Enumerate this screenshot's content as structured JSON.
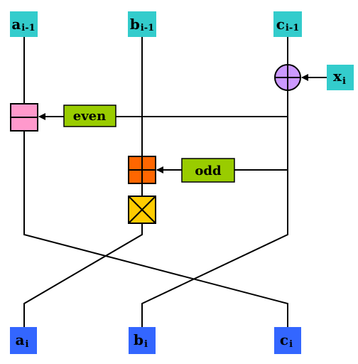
{
  "inputs": {
    "a": {
      "base": "a",
      "sub": "i-1"
    },
    "b": {
      "base": "b",
      "sub": "i-1"
    },
    "c": {
      "base": "c",
      "sub": "i-1"
    },
    "x": {
      "base": "x",
      "sub": "i"
    }
  },
  "outputs": {
    "a": {
      "base": "a",
      "sub": "i"
    },
    "b": {
      "base": "b",
      "sub": "i"
    },
    "c": {
      "base": "c",
      "sub": "i"
    }
  },
  "controls": {
    "even": "even",
    "odd": "odd"
  },
  "colors": {
    "input_box": "#33cccc",
    "output_box": "#3366ff",
    "control_box": "#99cc00",
    "xor_node": "#cc99ff",
    "pink_op": "#ff99cc",
    "orange_op": "#ff6600",
    "yellow_op": "#ffcc00"
  }
}
